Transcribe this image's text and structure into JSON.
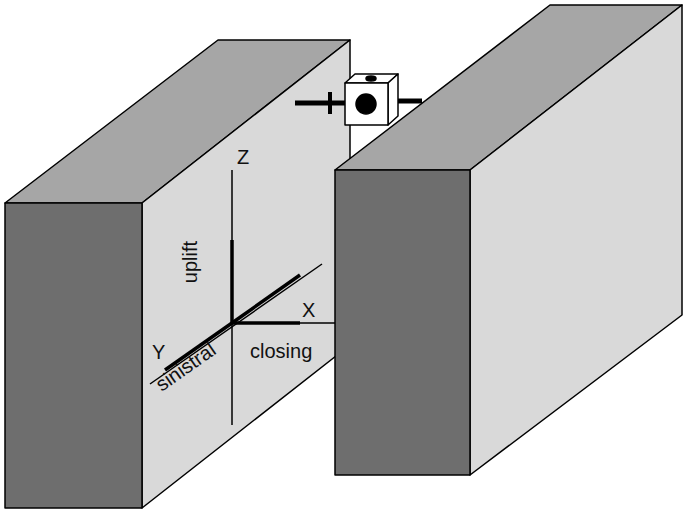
{
  "diagram": {
    "labels": [
      "Z",
      "uplift",
      "X",
      "Y",
      "closing",
      "sinistral"
    ]
  }
}
